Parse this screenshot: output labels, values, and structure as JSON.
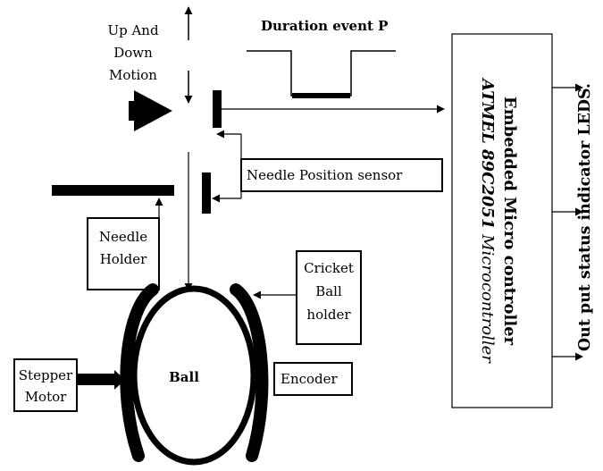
{
  "labels": {
    "motion_line1": "Up And",
    "motion_line2": "Down",
    "motion_line3": "Motion",
    "duration": "Duration  event P",
    "needle_position_sensor": "Needle Position sensor",
    "needle_holder_line1": "Needle",
    "needle_holder_line2": "Holder",
    "cricket_line1": "Cricket",
    "cricket_line2": "Ball",
    "cricket_line3": "holder",
    "stepper_line1": "Stepper",
    "stepper_line2": "Motor",
    "ball": "Ball",
    "encoder": "Encoder",
    "mc_line1": "Embedded Micro controller",
    "mc_line2_a": "ATMEL 89C2051",
    "mc_line2_b": " Microcontroller",
    "leds": "Out put status indicator LEDS."
  }
}
